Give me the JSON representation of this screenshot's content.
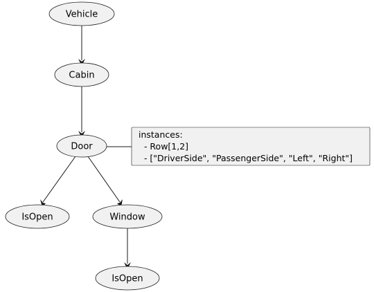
{
  "nodes": {
    "vehicle": "Vehicle",
    "cabin": "Cabin",
    "door": "Door",
    "isopen_door": "IsOpen",
    "window": "Window",
    "isopen_window": "IsOpen"
  },
  "note": {
    "line1": "instances:",
    "line2": "  - Row[1,2]",
    "line3": "  - [\"DriverSide\", \"PassengerSide\", \"Left\", \"Right\"]"
  },
  "colors": {
    "node_fill": "#f1f1f1",
    "stroke": "#181818"
  }
}
